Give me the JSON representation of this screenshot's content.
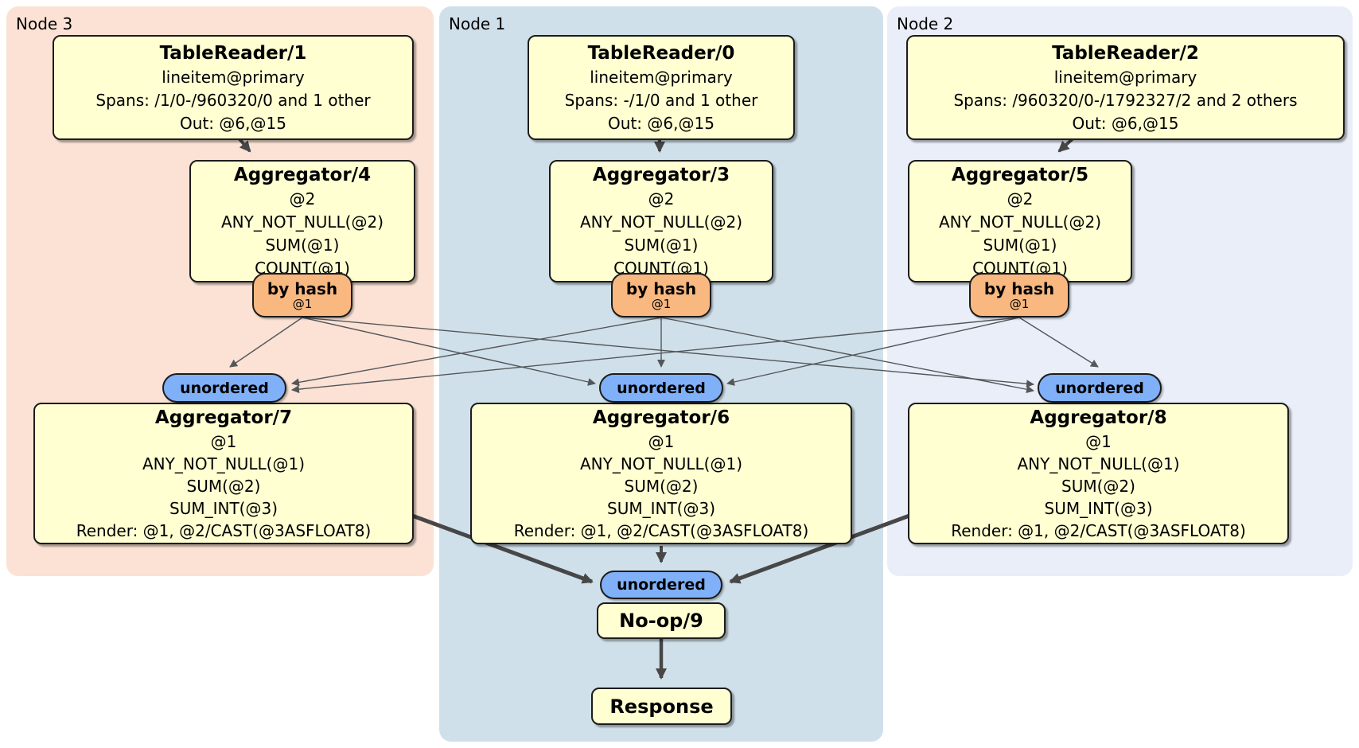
{
  "colors": {
    "region-node3-bg": "#fbe2d5",
    "region-node1-bg": "#d0e0ea",
    "region-node2-bg": "#e9eef8",
    "box-bg": "#ffffd2",
    "box-border": "#1c1c1c",
    "hash-pill-bg": "#f8b880",
    "stream-pill-bg": "#7fb0f8",
    "edge-thin": "#54575a",
    "edge-thick": "#474747"
  },
  "regions": {
    "node3": {
      "label": "Node 3"
    },
    "node1": {
      "label": "Node 1"
    },
    "node2": {
      "label": "Node 2"
    }
  },
  "node3": {
    "table_reader": {
      "title": "TableReader/1",
      "lines": [
        "lineitem@primary",
        "Spans: /1/0-/960320/0 and 1 other",
        "Out: @6,@15"
      ]
    },
    "aggregator_top": {
      "title": "Aggregator/4",
      "lines": [
        "@2",
        "ANY_NOT_NULL(@2)",
        "SUM(@1)",
        "COUNT(@1)"
      ]
    },
    "hash_router": {
      "label": "by hash",
      "detail": "@1"
    },
    "stream": {
      "label": "unordered"
    },
    "aggregator_bottom": {
      "title": "Aggregator/7",
      "lines": [
        "@1",
        "ANY_NOT_NULL(@1)",
        "SUM(@2)",
        "SUM_INT(@3)",
        "Render: @1, @2/CAST(@3ASFLOAT8)"
      ]
    }
  },
  "node1": {
    "table_reader": {
      "title": "TableReader/0",
      "lines": [
        "lineitem@primary",
        "Spans: -/1/0 and 1 other",
        "Out: @6,@15"
      ]
    },
    "aggregator_top": {
      "title": "Aggregator/3",
      "lines": [
        "@2",
        "ANY_NOT_NULL(@2)",
        "SUM(@1)",
        "COUNT(@1)"
      ]
    },
    "hash_router": {
      "label": "by hash",
      "detail": "@1"
    },
    "stream": {
      "label": "unordered"
    },
    "aggregator_bottom": {
      "title": "Aggregator/6",
      "lines": [
        "@1",
        "ANY_NOT_NULL(@1)",
        "SUM(@2)",
        "SUM_INT(@3)",
        "Render: @1, @2/CAST(@3ASFLOAT8)"
      ]
    },
    "final": {
      "stream": "unordered",
      "noop": "No-op/9",
      "response": "Response"
    }
  },
  "node2": {
    "table_reader": {
      "title": "TableReader/2",
      "lines": [
        "lineitem@primary",
        "Spans: /960320/0-/1792327/2 and 2 others",
        "Out: @6,@15"
      ]
    },
    "aggregator_top": {
      "title": "Aggregator/5",
      "lines": [
        "@2",
        "ANY_NOT_NULL(@2)",
        "SUM(@1)",
        "COUNT(@1)"
      ]
    },
    "hash_router": {
      "label": "by hash",
      "detail": "@1"
    },
    "stream": {
      "label": "unordered"
    },
    "aggregator_bottom": {
      "title": "Aggregator/8",
      "lines": [
        "@1",
        "ANY_NOT_NULL(@1)",
        "SUM(@2)",
        "SUM_INT(@3)",
        "Render: @1, @2/CAST(@3ASFLOAT8)"
      ]
    }
  }
}
